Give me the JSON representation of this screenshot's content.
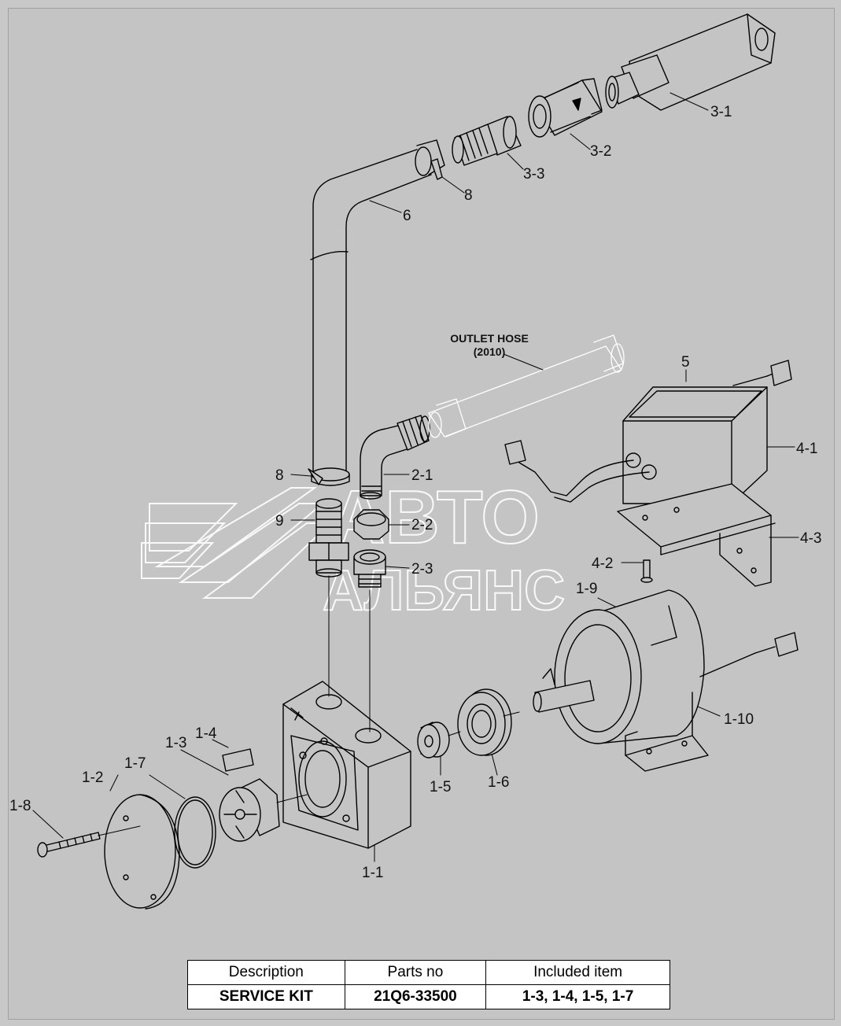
{
  "callouts": {
    "c3_1": "3-1",
    "c3_2": "3-2",
    "c3_3": "3-3",
    "c8_top": "8",
    "c6": "6",
    "c5": "5",
    "c4_1": "4-1",
    "c4_2": "4-2",
    "c4_3": "4-3",
    "c8_mid": "8",
    "c9": "9",
    "c2_1": "2-1",
    "c2_2": "2-2",
    "c2_3": "2-3",
    "c1_9": "1-9",
    "c1_10": "1-10",
    "c1_1": "1-1",
    "c1_2": "1-2",
    "c1_3": "1-3",
    "c1_4": "1-4",
    "c1_5": "1-5",
    "c1_6": "1-6",
    "c1_7": "1-7",
    "c1_8": "1-8"
  },
  "outlet_note": {
    "line1": "OUTLET HOSE",
    "line2": "(2010)"
  },
  "watermark": {
    "line1": "АВТО",
    "line2": "АЛЬЯНС"
  },
  "kit_table": {
    "headers": [
      "Description",
      "Parts no",
      "Included item"
    ],
    "rows": [
      [
        "SERVICE KIT",
        "21Q6-33500",
        "1-3, 1-4, 1-5, 1-7"
      ]
    ]
  }
}
